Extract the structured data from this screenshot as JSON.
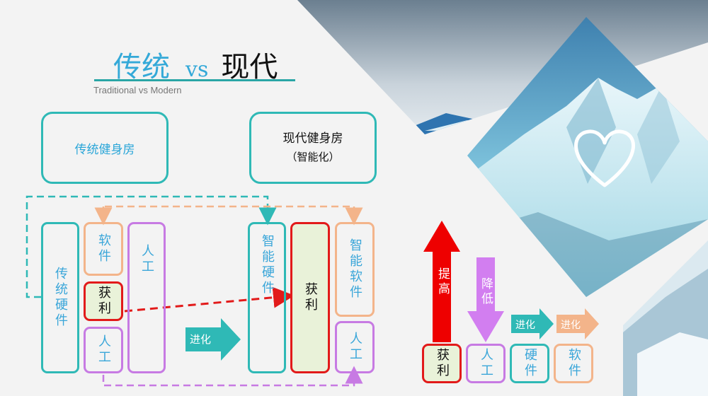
{
  "header": {
    "title_left": "传统",
    "title_vs": "vs",
    "title_right": "现代",
    "subtitle": "Traditional vs Modern"
  },
  "left_panel": {
    "traditional_gym_label": "传统健身房",
    "modern_gym_label_line1": "现代健身房",
    "modern_gym_label_line2": "（智能化）",
    "traditional_hardware": "传统硬件",
    "software": "软件",
    "profit": "获利",
    "labor_small": "人工",
    "labor_tall": "人工",
    "evolve_arrow": "进化",
    "smart_hardware": "智能硬件",
    "modern_profit": "获利",
    "smart_software": "智能软件",
    "modern_labor": "人工"
  },
  "right_panel": {
    "raise_label": "提高",
    "lower_label": "降低",
    "evolve_1": "进化",
    "evolve_2": "进化",
    "profit": "获利",
    "labor": "人工",
    "hardware": "硬件",
    "software": "软件"
  },
  "colors": {
    "teal": "#2fb9b6",
    "orange": "#f3b48a",
    "purple": "#c77ae3",
    "red": "#e21a1a",
    "blue_text": "#34a9d8"
  },
  "icons": [
    "heart-icon"
  ]
}
